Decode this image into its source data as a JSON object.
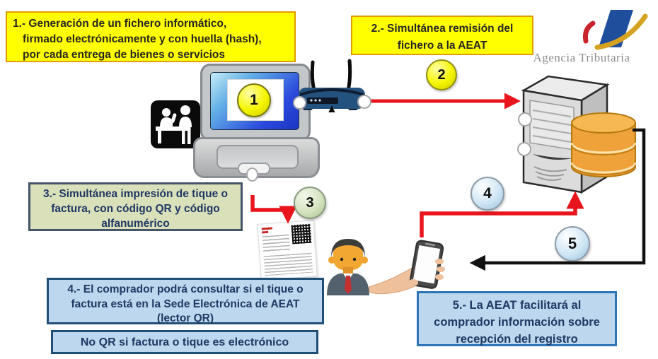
{
  "steps": {
    "step1": {
      "number": "1",
      "lines": [
        "1.- Generación de un fichero informático,",
        "firmado electrónicamente y con huella (hash),",
        "por cada entrega de bienes o servicios"
      ]
    },
    "step2": {
      "number": "2",
      "lines": [
        "2.- Simultánea remisión del",
        "fichero a la AEAT"
      ]
    },
    "step3": {
      "number": "3",
      "lines": [
        "3.- Simultánea impresión de tique o",
        "factura, con código QR y código",
        "alfanumérico"
      ]
    },
    "step4": {
      "number": "4",
      "lines": [
        "4.- El comprador podrá consultar si el tique o",
        "factura está en la Sede Electrónica de AEAT",
        "(lector QR)"
      ]
    },
    "step5": {
      "number": "5",
      "lines": [
        "5.- La AEAT facilitará al",
        "comprador información sobre",
        "recepción del registro"
      ]
    },
    "note": {
      "text": "No QR si factura o tique es electrónico"
    }
  },
  "logo": {
    "caption": "Agencia Tributaria"
  },
  "colors": {
    "step_yellow_bg": "#ffff00",
    "step_yellow_border": "#e09b00",
    "step_green_bg": "#d9e0ba",
    "step_blue_bg": "#bdd7ee",
    "step_blue_border": "#1f4e79",
    "text_navy": "#1f3864",
    "arrow_red": "#e8151d",
    "arrow_black": "#111111",
    "database_orange": "#f0a23a",
    "logo_blue": "#1f4e9c",
    "logo_gold": "#d6a21f",
    "logo_red": "#c9252c"
  }
}
